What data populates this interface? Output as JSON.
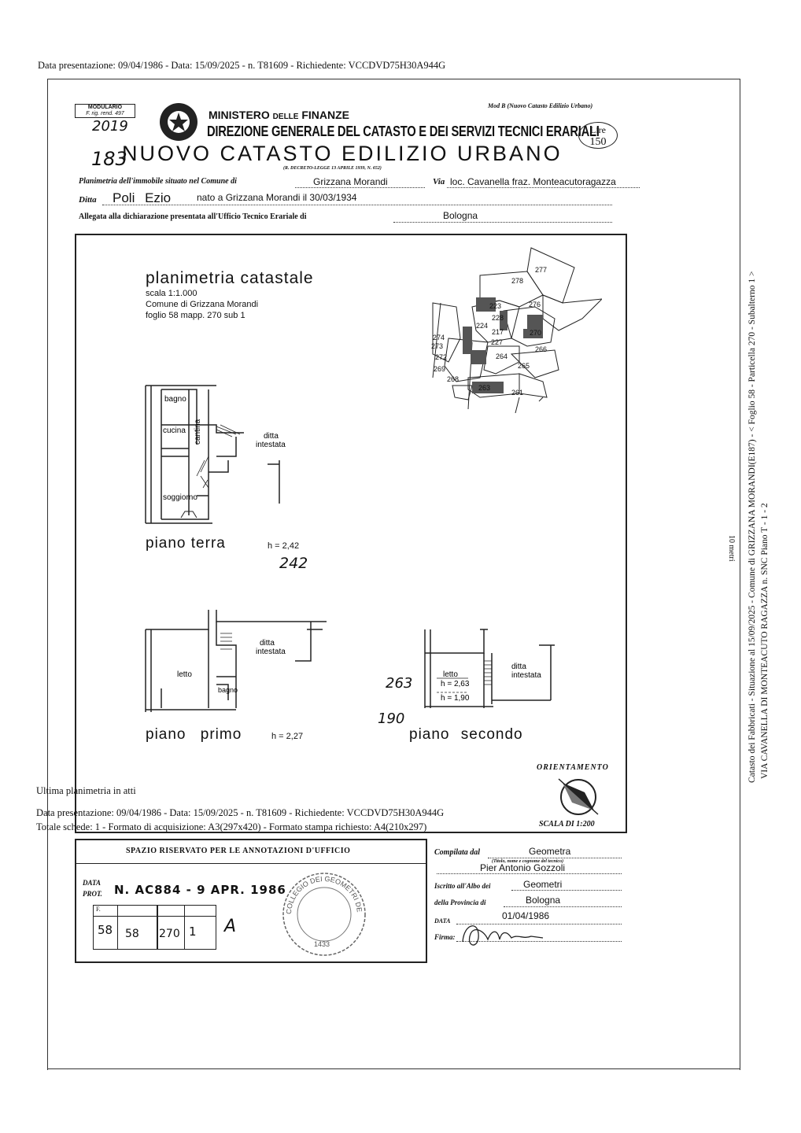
{
  "header_top": "Data presentazione: 09/04/1986 - Data: 15/09/2025 - n. T81609 - Richiedente: VCCDVD75H30A944G",
  "form": {
    "modulario": "MODULARIO",
    "modulario_sub": "F. rig. rend. 497",
    "ministry": "MINISTERO",
    "delle": "DELLE",
    "finanze": "FINANZE",
    "mod": "Mod B (Nuovo Catasto Edilizio Urbano)",
    "direzione": "DIREZIONE GENERALE DEL CATASTO E DEI SERVIZI TECNICI ERARIALI",
    "nuovo_catasto": "NUOVO CATASTO EDILIZIO URBANO",
    "decreto": "(R. DECRETO-LEGGE 13 APRILE 1939, N. 652)",
    "lire": "Lire",
    "lire_value": "150",
    "hand_num_1": "2019",
    "hand_num_2": "183",
    "planimetria_label": "Planimetria dell'immobile situato nel Comune di",
    "comune": "Grizzana Morandi",
    "via_label": "Via",
    "via": "loc. Cavanella fraz. Monteacutoragazza",
    "ditta_label": "Ditta",
    "ditta_name": "Poli Ezio",
    "ditta_rest": "nato a Grizzana Morandi il 30/03/1934",
    "allegata_label": "Allegata alla dichiarazione presentata all'Ufficio Tecnico Erariale di",
    "ufficio": "Bologna"
  },
  "plan": {
    "title": "planimetria catastale",
    "scala": "scala 1:1.000",
    "comune": "Comune di Grizzana Morandi",
    "foglio": "foglio 58 mapp. 270 sub 1",
    "piano_terra": "piano terra",
    "h_terra": "h = 2,42",
    "h_terra_hand": "242",
    "piano_primo": "piano primo",
    "h_primo": "h = 2,27",
    "piano_secondo": "piano secondo",
    "hand_263": "263",
    "hand_190": "190",
    "rooms": {
      "bagno": "bagno",
      "cucina": "cucina",
      "cantina": "cantina",
      "soggiorno": "soggiorno",
      "ditta": "ditta",
      "intestata": "intestata",
      "letto": "letto",
      "bagno2": "bagno",
      "h263": "h = 2,63",
      "h190": "h = 1,90"
    },
    "map_parcels": [
      "277",
      "278",
      "276",
      "223",
      "228",
      "224",
      "217",
      "270",
      "266",
      "227",
      "274",
      "273",
      "272",
      "264",
      "265",
      "269",
      "268",
      "263",
      "261"
    ],
    "orientamento": "ORIENTAMENTO",
    "scala_bottom": "SCALA DI 1:200"
  },
  "annot": {
    "title": "SPAZIO RISERVATO PER LE ANNOTAZIONI D'UFFICIO",
    "data": "DATA",
    "prot": "PROT.",
    "prot_value": "N. AC884 - 9 APR. 1986",
    "f_label": "F.",
    "col1": "58",
    "col2": "58",
    "col3": "270",
    "col4": "1",
    "col5": "A",
    "stamp_text": "COLLEGIO DEI GEOMETRI DELLA PROV.",
    "stamp_num": "1433"
  },
  "compilata": {
    "compilata_label": "Compilata dal",
    "compilata_value": "Geometra",
    "titolo_note": "(Titolo, nome e cognome del tecnico)",
    "name": "Pier Antonio Gozzoli",
    "iscritto_label": "Iscritto all'Albo dei",
    "iscritto_value": "Geometri",
    "provincia_label": "della Provincia di",
    "provincia_value": "Bologna",
    "data_label": "DATA",
    "data_value": "01/04/1986",
    "firma_label": "Firma:"
  },
  "side": {
    "line1": "Catasto dei Fabbricati - Situazione al 15/09/2025 - Comune di GRIZZANA MORANDI(E187) - < Foglio 58 - Particella 270 - Subalterno 1 >",
    "line2": "VIA CAVANELLA DI MONTEACUTO RAGAZZA n. SNC Piano T - 1 - 2",
    "scale": "10 metri"
  },
  "footer": {
    "ultima": "Ultima planimetria in atti",
    "line1": "Data presentazione: 09/04/1986 - Data: 15/09/2025 - n. T81609 - Richiedente: VCCDVD75H30A944G",
    "line2": "Totale schede: 1 - Formato di acquisizione: A3(297x420) - Formato stampa richiesto: A4(210x297)"
  }
}
